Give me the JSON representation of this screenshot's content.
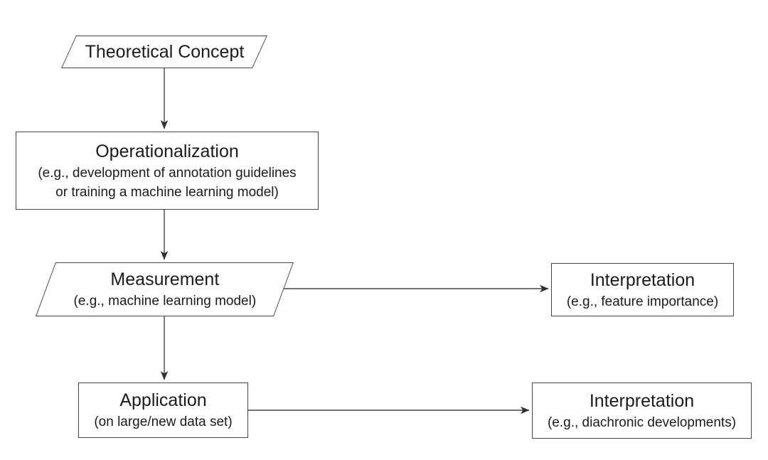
{
  "diagram": {
    "colors": {
      "background": "#ffffff",
      "line": "#454545",
      "text": "#1b1b1b"
    },
    "nodes": [
      {
        "id": "theoretical-concept",
        "shape": "parallelogram",
        "title": "Theoretical Concept",
        "subtitle_lines": []
      },
      {
        "id": "operationalization",
        "shape": "rectangle",
        "title": "Operationalization",
        "subtitle_lines": [
          "(e.g., development of annotation guidelines",
          "or training a machine learning model)"
        ]
      },
      {
        "id": "measurement",
        "shape": "parallelogram",
        "title": "Measurement",
        "subtitle_lines": [
          "(e.g., machine learning model)"
        ]
      },
      {
        "id": "interpretation-measurement",
        "shape": "rectangle",
        "title": "Interpretation",
        "subtitle_lines": [
          "(e.g., feature importance)"
        ]
      },
      {
        "id": "application",
        "shape": "rectangle",
        "title": "Application",
        "subtitle_lines": [
          "(on large/new data set)"
        ]
      },
      {
        "id": "interpretation-application",
        "shape": "rectangle",
        "title": "Interpretation",
        "subtitle_lines": [
          "(e.g., diachronic developments)"
        ]
      }
    ],
    "edges": [
      {
        "from": "theoretical-concept",
        "to": "operationalization",
        "direction": "down"
      },
      {
        "from": "operationalization",
        "to": "measurement",
        "direction": "down"
      },
      {
        "from": "measurement",
        "to": "interpretation-measurement",
        "direction": "right"
      },
      {
        "from": "measurement",
        "to": "application",
        "direction": "down"
      },
      {
        "from": "application",
        "to": "interpretation-application",
        "direction": "right"
      }
    ]
  }
}
